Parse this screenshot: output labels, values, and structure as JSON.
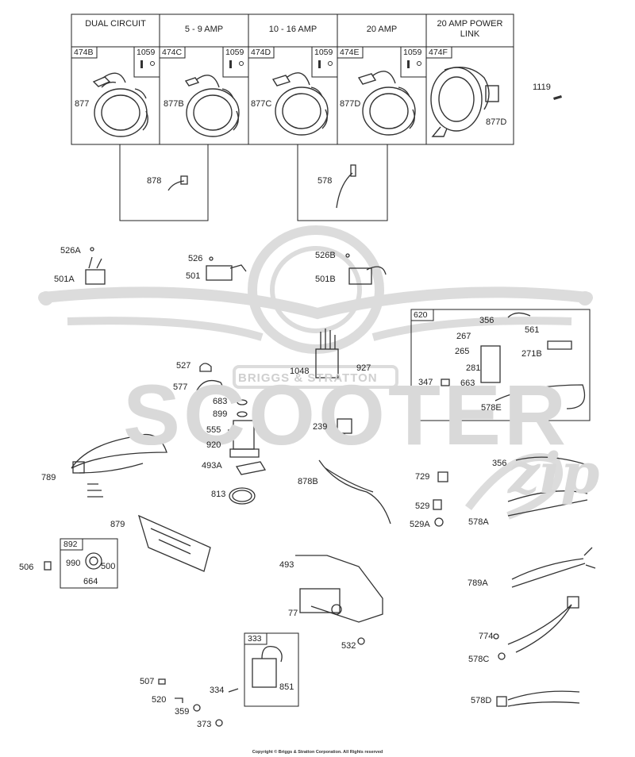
{
  "watermark": {
    "brand": "BRIGGS & STRATTON",
    "word": "SCOOTER",
    "script": "zip"
  },
  "stator_table": {
    "headers": [
      "DUAL CIRCUIT",
      "5 - 9 AMP",
      "10 - 16 AMP",
      "20 AMP",
      "20 AMP POWER LINK"
    ],
    "codes": [
      "474B",
      "474C",
      "474D",
      "474E",
      "474F"
    ],
    "screw_code": "1059",
    "leads": [
      "877",
      "877B",
      "877C",
      "877D",
      "877D"
    ]
  },
  "boxes": {
    "b878": "878",
    "b578": "578",
    "b620": "620",
    "b892": "892",
    "b333": "333"
  },
  "labels": {
    "p1119": "1119",
    "p526A": "526A",
    "p501A": "501A",
    "p526": "526",
    "p501": "501",
    "p526B": "526B",
    "p501B": "501B",
    "p356a": "356",
    "p561": "561",
    "p267": "267",
    "p265": "265",
    "p271B": "271B",
    "p281": "281",
    "p347": "347",
    "p663": "663",
    "p578E": "578E",
    "p527": "527",
    "p577": "577",
    "p1048": "1048",
    "p927": "927",
    "p683": "683",
    "p899": "899",
    "p555": "555",
    "p920": "920",
    "p239": "239",
    "p493A": "493A",
    "p813": "813",
    "p789": "789",
    "p878B": "878B",
    "p729": "729",
    "p356b": "356",
    "p529": "529",
    "p529A": "529A",
    "p578A": "578A",
    "p879": "879",
    "p506": "506",
    "p990": "990",
    "p500": "500",
    "p664": "664",
    "p493": "493",
    "p77": "77",
    "p532": "532",
    "p789A": "789A",
    "p774": "774",
    "p578C": "578C",
    "p507": "507",
    "p520": "520",
    "p359": "359",
    "p373": "373",
    "p334": "334",
    "p851": "851",
    "p578D": "578D"
  },
  "copyright": "Copyright © Briggs & Stratton Corporation. All Rights reserved"
}
